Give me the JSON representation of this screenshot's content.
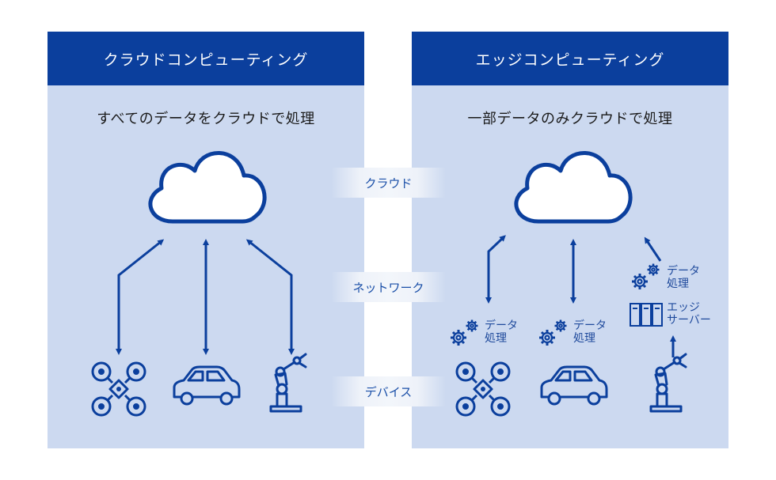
{
  "left_panel": {
    "title": "クラウドコンピューティング",
    "subtitle": "すべてのデータをクラウドで処理"
  },
  "right_panel": {
    "title": "エッジコンピューティング",
    "subtitle": "一部データのみクラウドで処理",
    "labels": {
      "drone_processing": [
        "データ",
        "処理"
      ],
      "car_processing": [
        "データ",
        "処理"
      ],
      "edge_processing": [
        "データ",
        "処理"
      ],
      "edge_server": [
        "エッジ",
        "サーバー"
      ]
    }
  },
  "layers": {
    "cloud": "クラウド",
    "network": "ネットワーク",
    "devices": "デバイス"
  },
  "colors": {
    "header_bg": "#0b3f9d",
    "panel_bg": "#ccd9f0",
    "icon_stroke": "#0b3f9d"
  },
  "icons": [
    "cloud-icon",
    "drone-icon",
    "car-icon",
    "robot-arm-icon",
    "gears-icon",
    "server-icon"
  ]
}
